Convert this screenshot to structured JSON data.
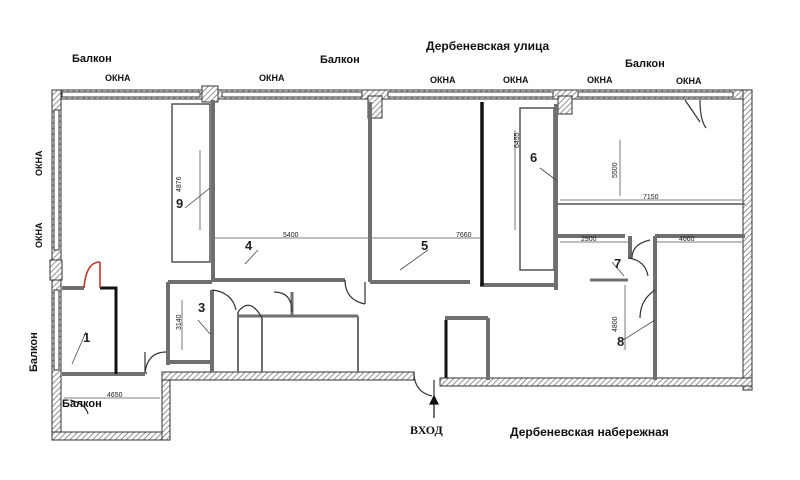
{
  "street_top": "Дербеневская улица",
  "street_bottom": "Дербеневская набережная",
  "entrance": "ВХОД",
  "balcony": "Балкон",
  "window": "ОКНА",
  "dims": {
    "d1": "4876",
    "d2": "5400",
    "d3": "7660",
    "d4": "6455",
    "d5": "5500",
    "d6": "7150",
    "d7": "2900",
    "d8": "4660",
    "d9": "3140",
    "d10": "4800",
    "d11": "4650"
  },
  "rooms": {
    "r9": "9",
    "r4": "4",
    "r5": "5",
    "r6": "6",
    "r3": "3",
    "r7": "7",
    "r8": "8",
    "r1": "1"
  },
  "colors": {
    "wall": "#6f6f6f",
    "line": "#1a1a1a",
    "partition": "#111111",
    "door": "#c0392b"
  }
}
